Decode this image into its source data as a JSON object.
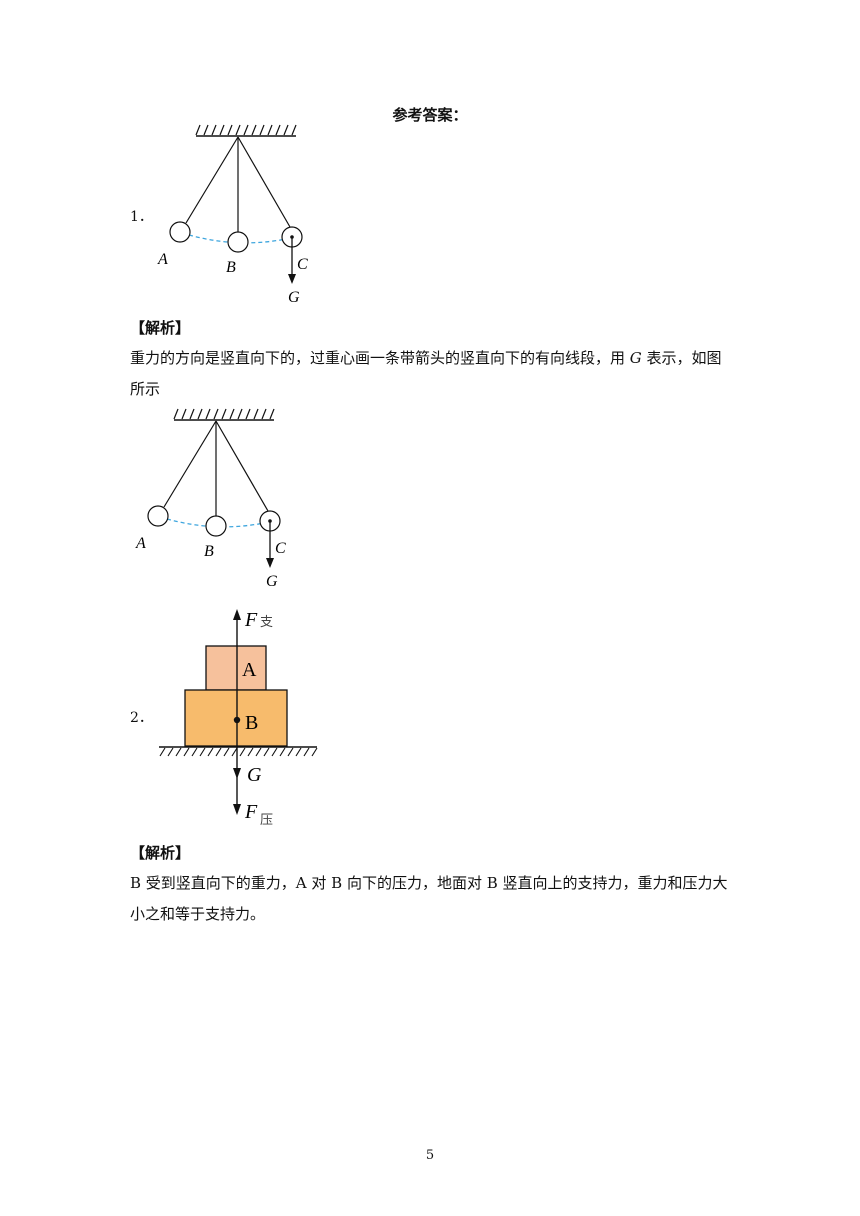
{
  "title": "参考答案：",
  "q1": {
    "number": "1．",
    "labels": {
      "a": "A",
      "b": "B",
      "c": "C",
      "g": "G"
    },
    "analysis_label": "【解析】",
    "analysis_line1_before": "重力的方向是竖直向下的，过重心画一条带箭头的竖直向下的有向线段，用 ",
    "analysis_symbol": "G",
    "analysis_line1_after": " 表示，如图",
    "analysis_line2": "所示"
  },
  "q2": {
    "number": "2．",
    "labels": {
      "block_a": "A",
      "block_b": "B",
      "f": "F",
      "f_support_sub": "支",
      "g": "G",
      "f2": "F",
      "f_press_sub": "压"
    },
    "analysis_label": "【解析】",
    "analysis_line1": "B 受到竖直向下的重力，A 对 B 向下的压力，地面对 B 竖直向上的支持力，重力和压力大",
    "analysis_line2": "小之和等于支持力。"
  },
  "page_number": "5",
  "colors": {
    "dashed_arc": "#3fa6de",
    "block_a_fill": "#f6c19c",
    "block_b_fill": "#f7bb6c",
    "ink": "#111111"
  }
}
